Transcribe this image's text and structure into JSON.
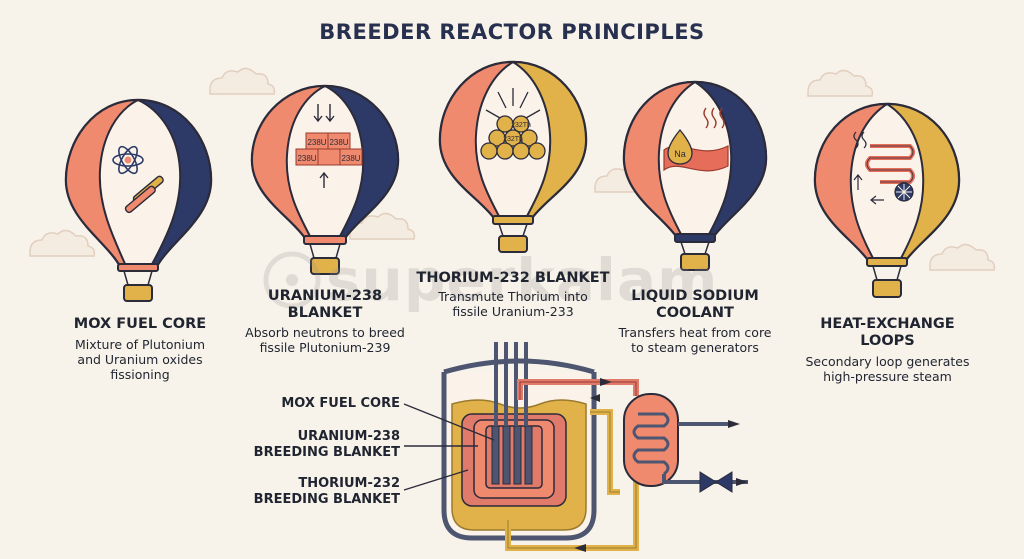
{
  "title": "BREEDER REACTOR PRINCIPLES",
  "watermark": "superkalam",
  "balloons": [
    {
      "heading": [
        "MOX FUEL CORE"
      ],
      "desc": [
        "Mixture of Plutonium",
        "and Uranium oxides",
        "fissioning"
      ],
      "icon": "atom-and-fuel-rods-icon"
    },
    {
      "heading": [
        "URANIUM-238",
        "BLANKET"
      ],
      "desc": [
        "Absorb neutrons to breed",
        "fissile Plutonium-239"
      ],
      "icon": "uranium-block-icon",
      "blocks": [
        "238U",
        "238U",
        "238U",
        "238U"
      ]
    },
    {
      "heading": [
        "THORIUM-232 BLANKET"
      ],
      "desc": [
        "Transmute Thorium into",
        "fissile Uranium-233"
      ],
      "icon": "thorium-spheres-icon",
      "spheres": [
        "232Th",
        "232Th"
      ]
    },
    {
      "heading": [
        "LIQUID SODIUM",
        "COOLANT"
      ],
      "desc": [
        "Transfers heat from core",
        "to steam generators"
      ],
      "icon": "sodium-drop-icon",
      "drop": "Na"
    },
    {
      "heading": [
        "HEAT-EXCHANGE",
        "LOOPS"
      ],
      "desc": [
        "Secondary loop generates",
        "high-pressure steam"
      ],
      "icon": "heat-exchanger-icon"
    }
  ],
  "diagram_labels": [
    [
      "MOX FUEL CORE"
    ],
    [
      "URANIUM-238",
      "BREEDING BLANKET"
    ],
    [
      "THORIUM-232",
      "BREEDING BLANKET"
    ]
  ],
  "colors": {
    "navy": "#2d3a68",
    "coral": "#f08a6f",
    "gold": "#e2b24a",
    "cream": "#f8f3ea"
  }
}
